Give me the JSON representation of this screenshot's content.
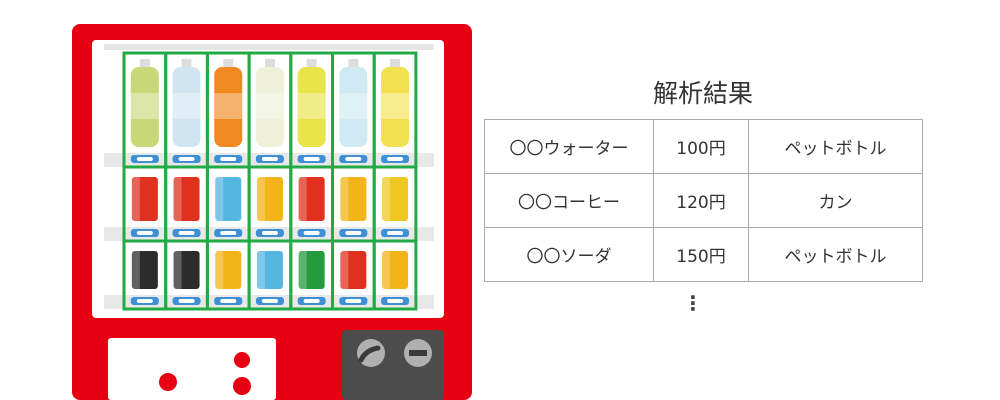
{
  "result": {
    "title": "解析結果",
    "rows": [
      {
        "name": "〇〇ウォーター",
        "price": "100円",
        "container": "ペットボトル"
      },
      {
        "name": "〇〇コーヒー",
        "price": "120円",
        "container": "カン"
      },
      {
        "name": "〇〇ソーダ",
        "price": "150円",
        "container": "ペットボトル"
      }
    ],
    "more": "⋮"
  },
  "vending_machine": {
    "body_color": "#e60012",
    "detection_box_color": "#22aa44",
    "coin_slot_icon": "coin-slot-icon",
    "return_button_icon": "return-button-icon",
    "shelves": [
      {
        "type": "bottle",
        "colors": [
          "#c8d878",
          "#cfe6f2",
          "#f08a20",
          "#eef1d8",
          "#e8e44a",
          "#cfeaf2",
          "#f2e050"
        ]
      },
      {
        "type": "can",
        "colors": [
          "#e0301e",
          "#e0301e",
          "#55b6e2",
          "#f2b418",
          "#e0301e",
          "#f2b418",
          "#eec820"
        ]
      },
      {
        "type": "can",
        "colors": [
          "#2c2c2c",
          "#2c2c2c",
          "#f2b418",
          "#55b6e2",
          "#239b3c",
          "#e0301e",
          "#f2b418"
        ]
      }
    ]
  }
}
